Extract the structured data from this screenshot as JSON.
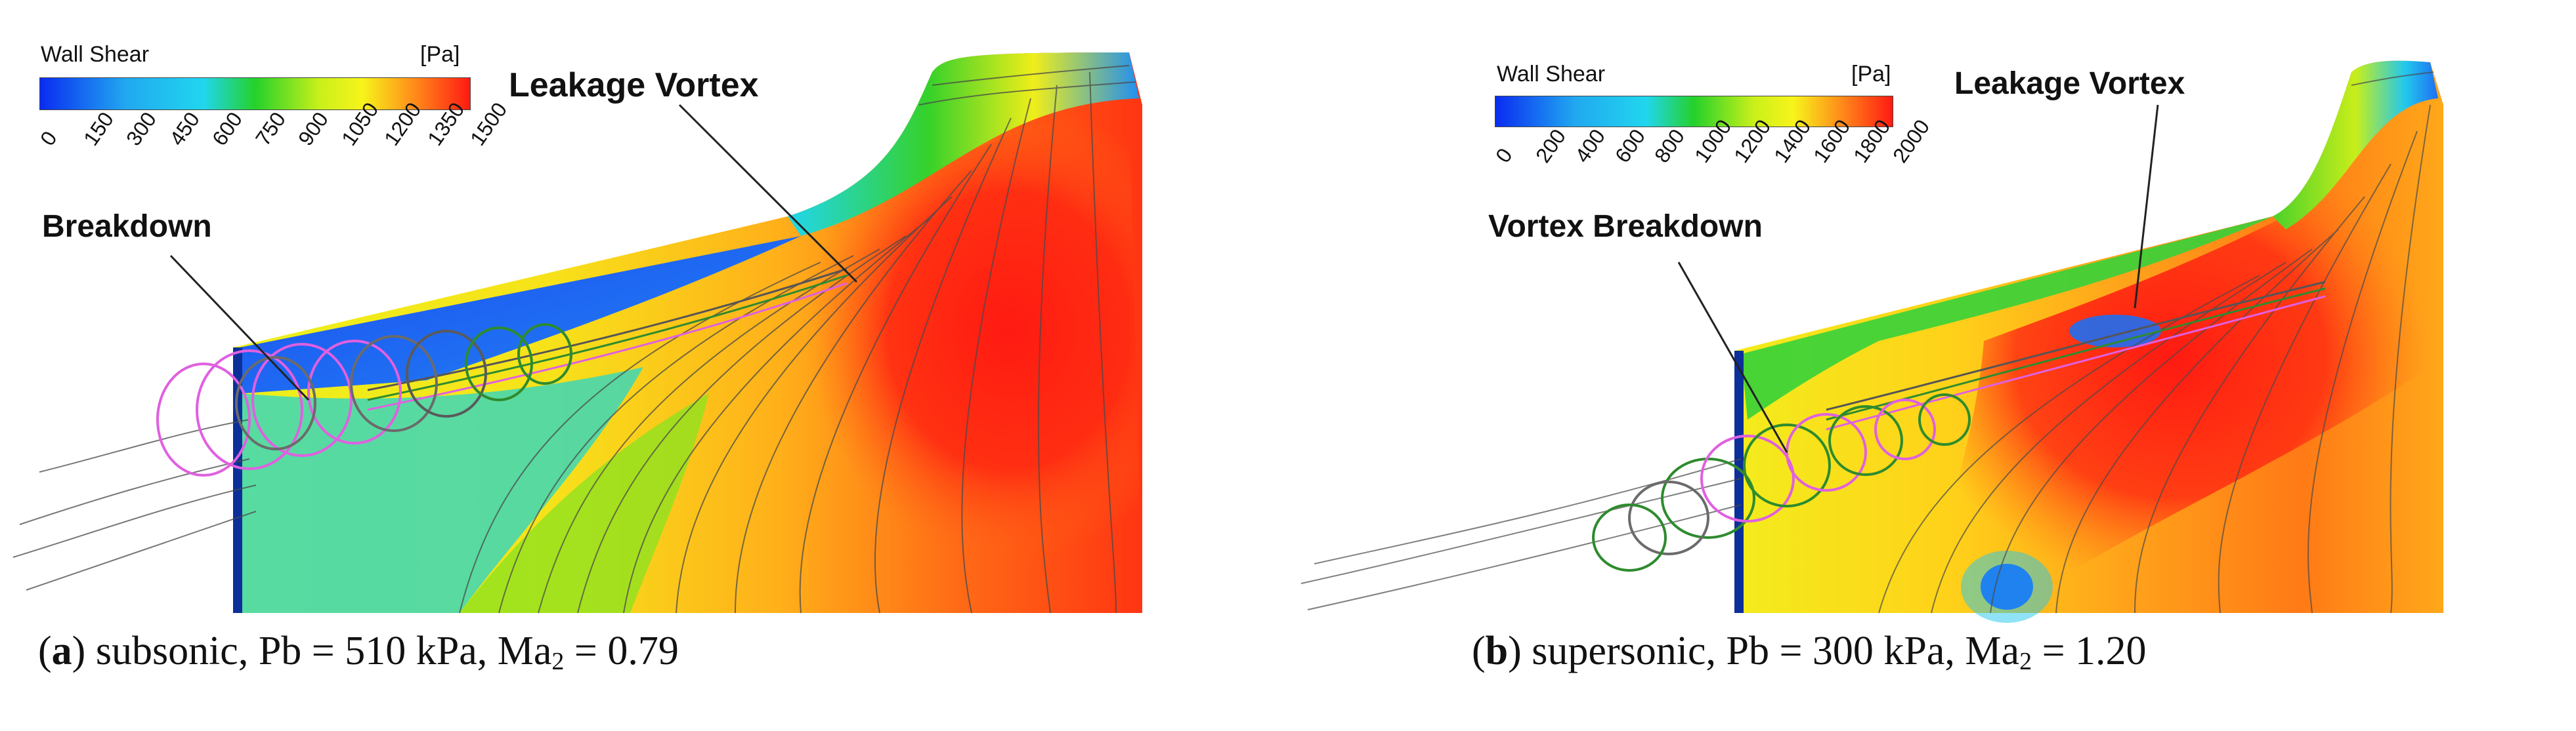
{
  "colors": {
    "low": "#0a2cf0",
    "mid_low": "#21d6ee",
    "mid": "#24d12a",
    "mid_high": "#f7f41a",
    "high": "#ff1a12",
    "vortex_core": "#e060e0",
    "streamline": "#5a5a5a"
  },
  "panels": [
    {
      "label": "a",
      "caption_rest": " subsonic, Pb = 510 kPa, Ma",
      "caption_sub": "2",
      "caption_tail": " = 0.79",
      "colorbar": {
        "title": "Wall Shear",
        "unit": "[Pa]",
        "ticks": [
          "0",
          "150",
          "300",
          "450",
          "600",
          "750",
          "900",
          "1050",
          "1200",
          "1350",
          "1500"
        ]
      },
      "annotations": {
        "breakdown": "Breakdown",
        "leakage_vortex": "Leakage Vortex"
      }
    },
    {
      "label": "b",
      "caption_rest": " supersonic, Pb = 300 kPa, Ma",
      "caption_sub": "2",
      "caption_tail": " = 1.20",
      "colorbar": {
        "title": "Wall Shear",
        "unit": "[Pa]",
        "ticks": [
          "0",
          "200",
          "400",
          "600",
          "800",
          "1000",
          "1200",
          "1400",
          "1600",
          "1800",
          "2000"
        ]
      },
      "annotations": {
        "breakdown": "Vortex Breakdown",
        "leakage_vortex": "Leakage Vortex"
      }
    }
  ]
}
